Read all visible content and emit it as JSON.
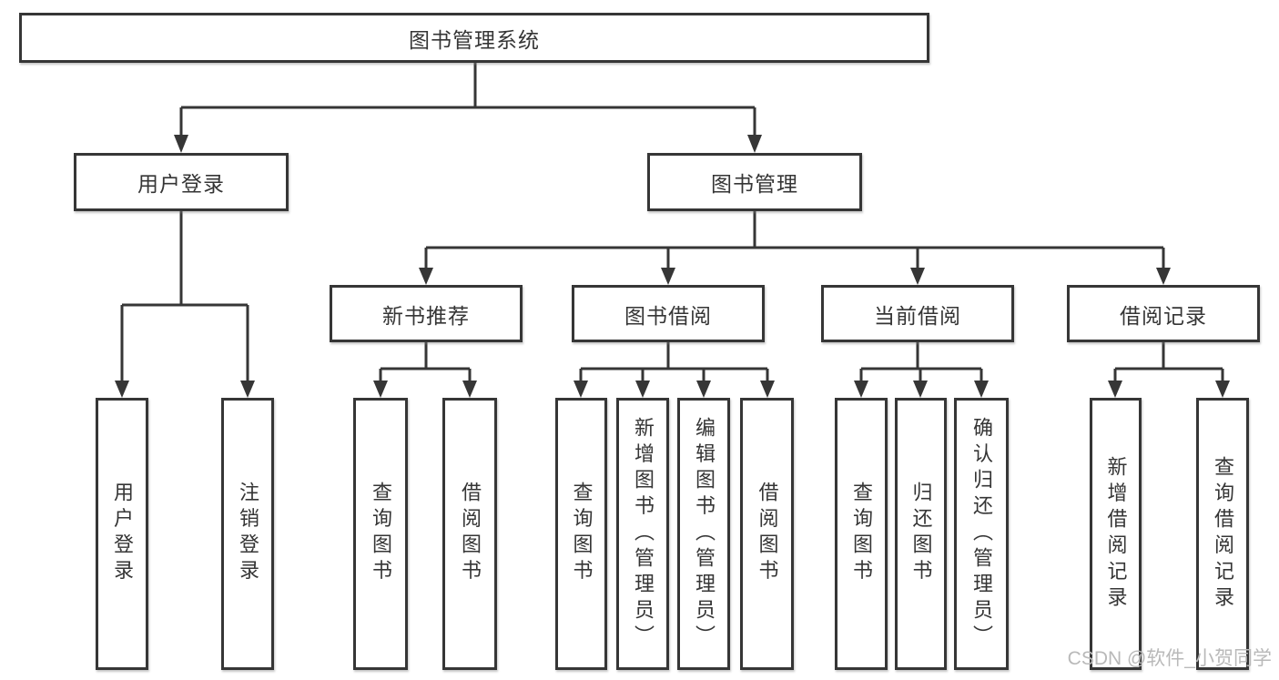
{
  "diagram": {
    "root": {
      "label": "图书管理系统",
      "children": [
        {
          "label": "用户登录",
          "children": [
            {
              "label": "用户登录"
            },
            {
              "label": "注销登录"
            }
          ]
        },
        {
          "label": "图书管理",
          "children": [
            {
              "label": "新书推荐",
              "children": [
                {
                  "label": "查询图书"
                },
                {
                  "label": "借阅图书"
                }
              ]
            },
            {
              "label": "图书借阅",
              "children": [
                {
                  "label": "查询图书"
                },
                {
                  "label": "新增图书（管理员）"
                },
                {
                  "label": "编辑图书（管理员）"
                },
                {
                  "label": "借阅图书"
                }
              ]
            },
            {
              "label": "当前借阅",
              "children": [
                {
                  "label": "查询图书"
                },
                {
                  "label": "归还图书"
                },
                {
                  "label": "确认归还（管理员）"
                }
              ]
            },
            {
              "label": "借阅记录",
              "children": [
                {
                  "label": "新增借阅记录"
                },
                {
                  "label": "查询借阅记录"
                }
              ]
            }
          ]
        }
      ]
    }
  },
  "watermark": {
    "text": "CSDN @软件_小贺同学"
  },
  "colors": {
    "line": "#363636",
    "text": "#353535",
    "watermark": "#b9b9b9",
    "background": "#ffffff"
  }
}
